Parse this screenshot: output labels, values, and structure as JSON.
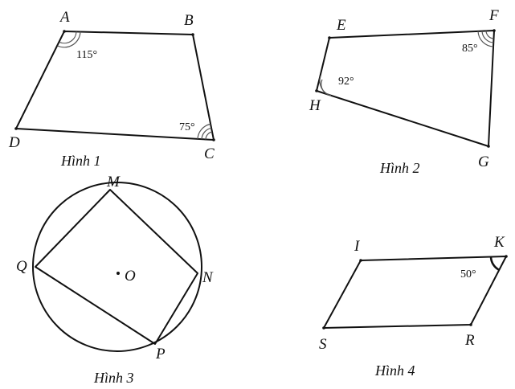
{
  "figures": {
    "fig1": {
      "caption": "Hình 1",
      "points": {
        "A": "A",
        "B": "B",
        "C": "C",
        "D": "D"
      },
      "angles": {
        "A": "115°",
        "C": "75°"
      }
    },
    "fig2": {
      "caption": "Hình 2",
      "points": {
        "E": "E",
        "F": "F",
        "G": "G",
        "H": "H"
      },
      "angles": {
        "H": "92°",
        "F": "85°"
      }
    },
    "fig3": {
      "caption": "Hình 3",
      "points": {
        "M": "M",
        "N": "N",
        "P": "P",
        "Q": "Q",
        "O": "O"
      }
    },
    "fig4": {
      "caption": "Hình 4",
      "points": {
        "I": "I",
        "K": "K",
        "R": "R",
        "S": "S"
      },
      "angles": {
        "K": "50°"
      }
    }
  }
}
